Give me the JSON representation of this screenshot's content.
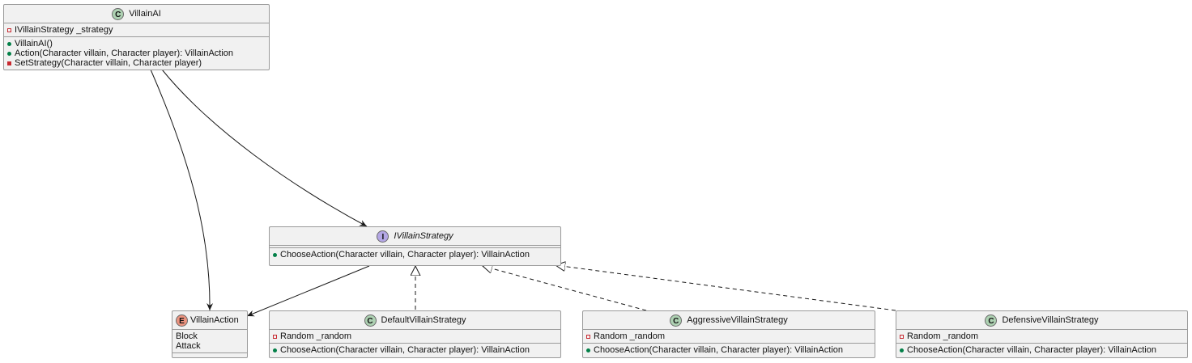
{
  "diagram": {
    "classes": [
      {
        "id": "villain-ai",
        "stereotype_badge": "C",
        "name": "VillainAI",
        "fields": [
          {
            "visibility": "private",
            "text": "IVillainStrategy _strategy"
          }
        ],
        "methods": [
          {
            "visibility": "public",
            "text": "VillainAI()"
          },
          {
            "visibility": "public",
            "text": "Action(Character villain, Character player): VillainAction"
          },
          {
            "visibility": "private",
            "text": "SetStrategy(Character villain, Character player)"
          }
        ]
      },
      {
        "id": "i-villain-strategy",
        "stereotype_badge": "I",
        "name": "IVillainStrategy",
        "fields": [],
        "methods": [
          {
            "visibility": "public",
            "text": "ChooseAction(Character villain, Character player): VillainAction"
          }
        ]
      },
      {
        "id": "villain-action",
        "stereotype_badge": "E",
        "name": "VillainAction",
        "literals": [
          "Block",
          "Attack"
        ]
      },
      {
        "id": "default-villain-strategy",
        "stereotype_badge": "C",
        "name": "DefaultVillainStrategy",
        "fields": [
          {
            "visibility": "private",
            "text": "Random _random"
          }
        ],
        "methods": [
          {
            "visibility": "public",
            "text": "ChooseAction(Character villain, Character player): VillainAction"
          }
        ]
      },
      {
        "id": "aggressive-villain-strategy",
        "stereotype_badge": "C",
        "name": "AggressiveVillainStrategy",
        "fields": [
          {
            "visibility": "private",
            "text": "Random _random"
          }
        ],
        "methods": [
          {
            "visibility": "public",
            "text": "ChooseAction(Character villain, Character player): VillainAction"
          }
        ]
      },
      {
        "id": "defensive-villain-strategy",
        "stereotype_badge": "C",
        "name": "DefensiveVillainStrategy",
        "fields": [
          {
            "visibility": "private",
            "text": "Random _random"
          }
        ],
        "methods": [
          {
            "visibility": "public",
            "text": "ChooseAction(Character villain, Character player): VillainAction"
          }
        ]
      }
    ],
    "relations": [
      {
        "from": "villain-ai",
        "to": "villain-action",
        "kind": "association"
      },
      {
        "from": "villain-ai",
        "to": "i-villain-strategy",
        "kind": "association"
      },
      {
        "from": "i-villain-strategy",
        "to": "villain-action",
        "kind": "association"
      },
      {
        "from": "default-villain-strategy",
        "to": "i-villain-strategy",
        "kind": "realization"
      },
      {
        "from": "aggressive-villain-strategy",
        "to": "i-villain-strategy",
        "kind": "realization"
      },
      {
        "from": "defensive-villain-strategy",
        "to": "i-villain-strategy",
        "kind": "realization"
      }
    ],
    "colors": {
      "class_badge": "#add1b2",
      "interface_badge": "#b4a7e5",
      "enum_badge": "#eb937f",
      "box_fill": "#f1f1f1",
      "public_marker": "#038048",
      "private_marker": "#c82930"
    }
  }
}
